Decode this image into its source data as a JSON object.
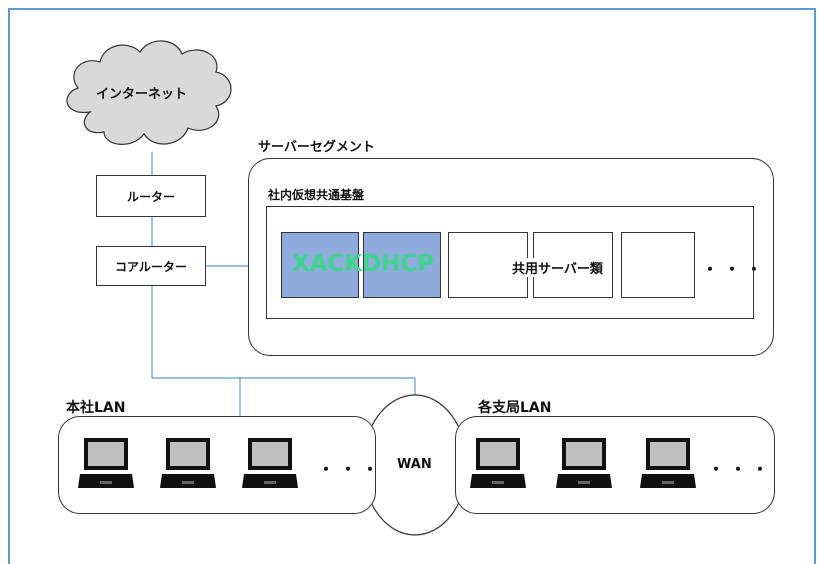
{
  "internet": {
    "label": "インターネット"
  },
  "router": {
    "label": "ルーター"
  },
  "core_router": {
    "label": "コアルーター"
  },
  "server_segment": {
    "title": "サーバーセグメント",
    "platform_title": "社内仮想共通基盤",
    "xack_label": "XACK",
    "dhcp_label": "DHCP",
    "shared_servers_label": "共用サーバー類",
    "ellipsis": "・・・"
  },
  "hq_lan": {
    "title": "本社LAN",
    "ellipsis": "・・・"
  },
  "wan": {
    "label": "WAN"
  },
  "branch_lan": {
    "title": "各支局LAN",
    "ellipsis": "・・・"
  },
  "colors": {
    "frame": "#5b9bd5",
    "cloud": "#d9d9d9",
    "line": "#5b9bd5",
    "highlight_box": "#8faadc",
    "highlight_text": "#3dd68c"
  }
}
